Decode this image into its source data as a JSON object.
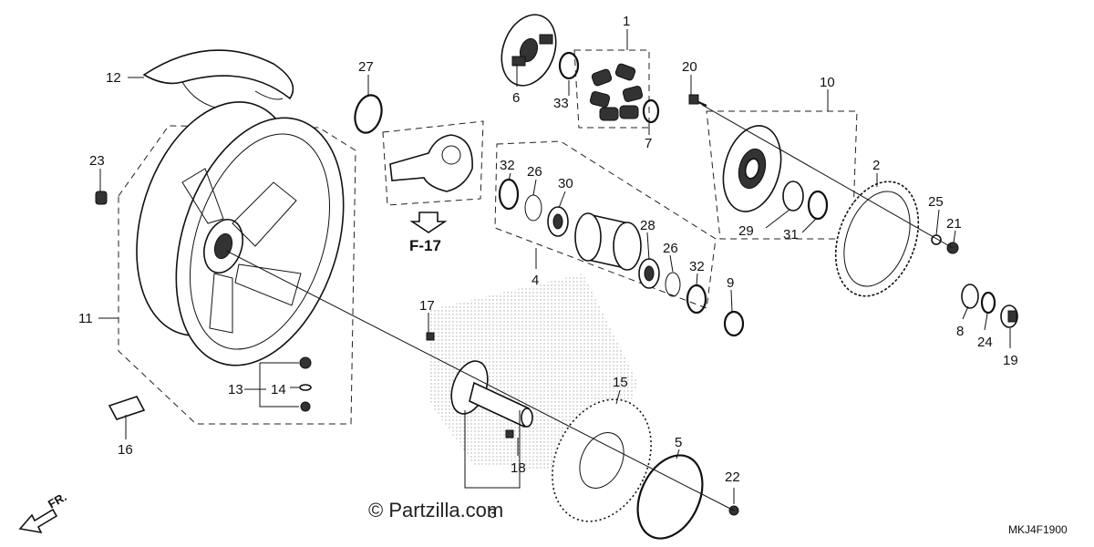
{
  "callouts": {
    "c1": "1",
    "c2": "2",
    "c3": "3",
    "c4": "4",
    "c5": "5",
    "c6": "6",
    "c7": "7",
    "c8": "8",
    "c9": "9",
    "c10": "10",
    "c11": "11",
    "c12": "12",
    "c13": "13",
    "c14": "14",
    "c15": "15",
    "c16": "16",
    "c17": "17",
    "c18": "18",
    "c19": "19",
    "c20": "20",
    "c21": "21",
    "c22": "22",
    "c23": "23",
    "c24": "24",
    "c25": "25",
    "c26a": "26",
    "c26b": "26",
    "c27": "27",
    "c28": "28",
    "c29": "29",
    "c30": "30",
    "c31": "31",
    "c32a": "32",
    "c32b": "32",
    "c33": "33"
  },
  "reference": "F-17",
  "direction": "FR.",
  "watermark": "© Partzilla.com",
  "diagram_code": "MKJ4F1900",
  "colors": {
    "line": "#111111",
    "background": "#ffffff",
    "stipple": "#bbbbbb"
  }
}
